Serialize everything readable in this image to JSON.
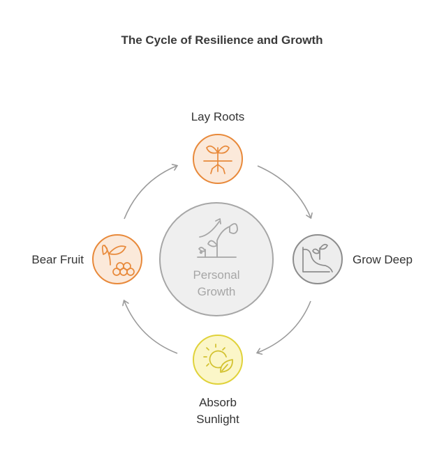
{
  "title": "The Cycle of Resilience and Growth",
  "center": {
    "line1": "Personal",
    "line2": "Growth",
    "icon": "plant-growth-icon"
  },
  "stages": [
    {
      "id": "lay-roots",
      "label": "Lay Roots",
      "icon": "sprout-roots-icon",
      "color": "#E8893A",
      "fill": "#FBE9DA"
    },
    {
      "id": "grow-deep",
      "label": "Grow Deep",
      "icon": "cliff-plant-icon",
      "color": "#8C8C8C",
      "fill": "#EDEDED"
    },
    {
      "id": "absorb-sunlight",
      "label_line1": "Absorb",
      "label_line2": "Sunlight",
      "icon": "sun-leaf-icon",
      "color": "#E0D23A",
      "fill": "#FBF6C8"
    },
    {
      "id": "bear-fruit",
      "label": "Bear Fruit",
      "icon": "fruit-branch-icon",
      "color": "#E8893A",
      "fill": "#FBE9DA"
    }
  ],
  "colors": {
    "arrow": "#9a9a9a",
    "center_stroke": "#a6a6a6",
    "center_fill": "#efefef"
  }
}
